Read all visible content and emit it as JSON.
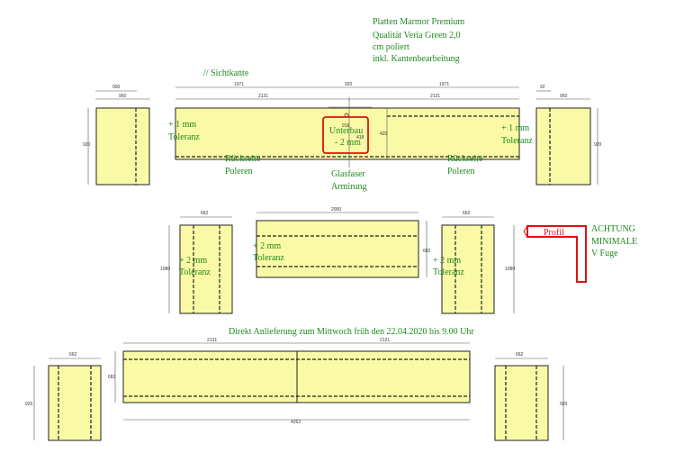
{
  "header_note": [
    "Platten Marmor Premium",
    "Qualität Veria Green 2,0",
    "cm poliert",
    "inkl. Kantenbearbeitung"
  ],
  "sichtkante": "// Sichtkante",
  "tol_1mm": "+ 1 mm",
  "toleranz": "Toleranz",
  "tol_2mm": "+ 2 mm",
  "unterbau": "Unterbau",
  "minus_2mm": "- 2 mm",
  "rueckseite": "Rückseite",
  "polieren": "Poleren",
  "glasfaser": "Glasfaser",
  "armierung": "Armirung",
  "profil": "Profil",
  "achtung": [
    "ACHTUNG",
    "MINIMALE",
    "V Fuge"
  ],
  "delivery": "Direkt Anlieferung zum Mittwoch früh den 22.04.2020 bis 9.00 Uhr",
  "dims": {
    "d1971": "1971",
    "d920": "920",
    "d2131": "2131",
    "d900": "900",
    "d950": "950",
    "d920v": "920",
    "d420": "420",
    "d916": "916",
    "d418": "418",
    "d662": "662",
    "d1080": "1080",
    "d2000": "2000",
    "d682": "682",
    "d4262": "4262",
    "d92": "92"
  }
}
